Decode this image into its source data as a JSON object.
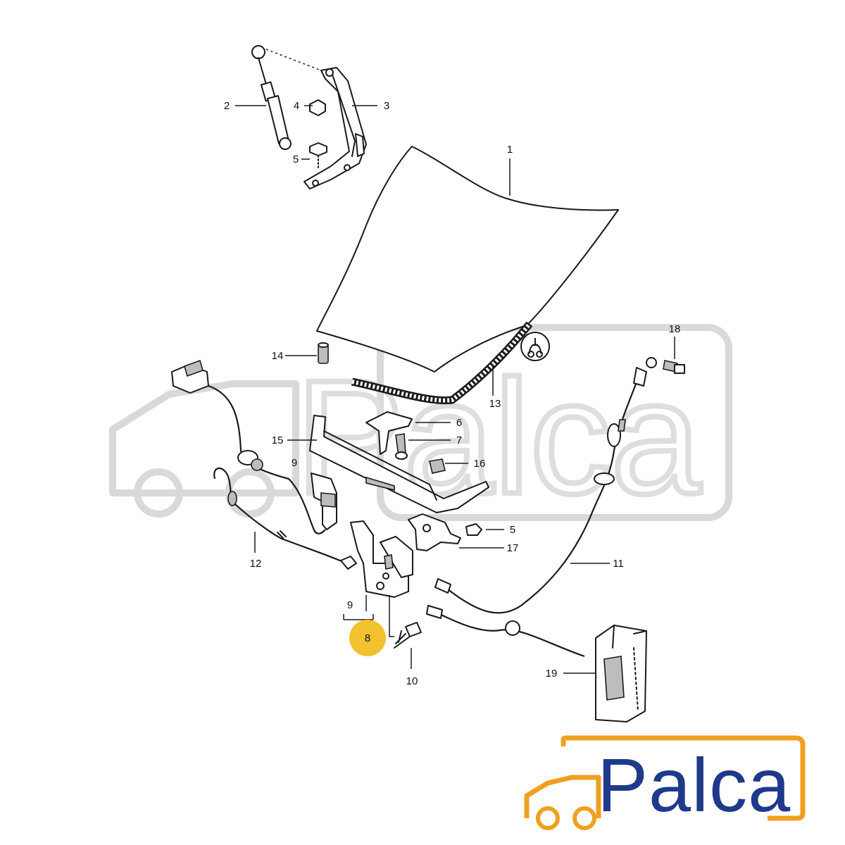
{
  "diagram": {
    "callouts": [
      {
        "id": "c1",
        "text": "1"
      },
      {
        "id": "c2",
        "text": "2"
      },
      {
        "id": "c3",
        "text": "3"
      },
      {
        "id": "c4",
        "text": "4"
      },
      {
        "id": "c5a",
        "text": "5"
      },
      {
        "id": "c5b",
        "text": "5"
      },
      {
        "id": "c6",
        "text": "6"
      },
      {
        "id": "c7",
        "text": "7"
      },
      {
        "id": "c8",
        "text": "8"
      },
      {
        "id": "c9a",
        "text": "9"
      },
      {
        "id": "c9b",
        "text": "9"
      },
      {
        "id": "c10",
        "text": "10"
      },
      {
        "id": "c11",
        "text": "11"
      },
      {
        "id": "c12",
        "text": "12"
      },
      {
        "id": "c13",
        "text": "13"
      },
      {
        "id": "c14",
        "text": "14"
      },
      {
        "id": "c15",
        "text": "15"
      },
      {
        "id": "c16",
        "text": "16"
      },
      {
        "id": "c17",
        "text": "17"
      },
      {
        "id": "c18",
        "text": "18"
      },
      {
        "id": "c19",
        "text": "19"
      }
    ],
    "highlighted_part": "8",
    "colors": {
      "highlight": "#f2c12e",
      "logo_blue": "#1f3a8a",
      "logo_orange": "#f0a020",
      "watermark": "#dedede"
    }
  },
  "logo": {
    "text": "Palca",
    "icon": "car-outline-icon"
  },
  "watermark": {
    "text": "Palca",
    "icon": "car-outline-icon"
  }
}
